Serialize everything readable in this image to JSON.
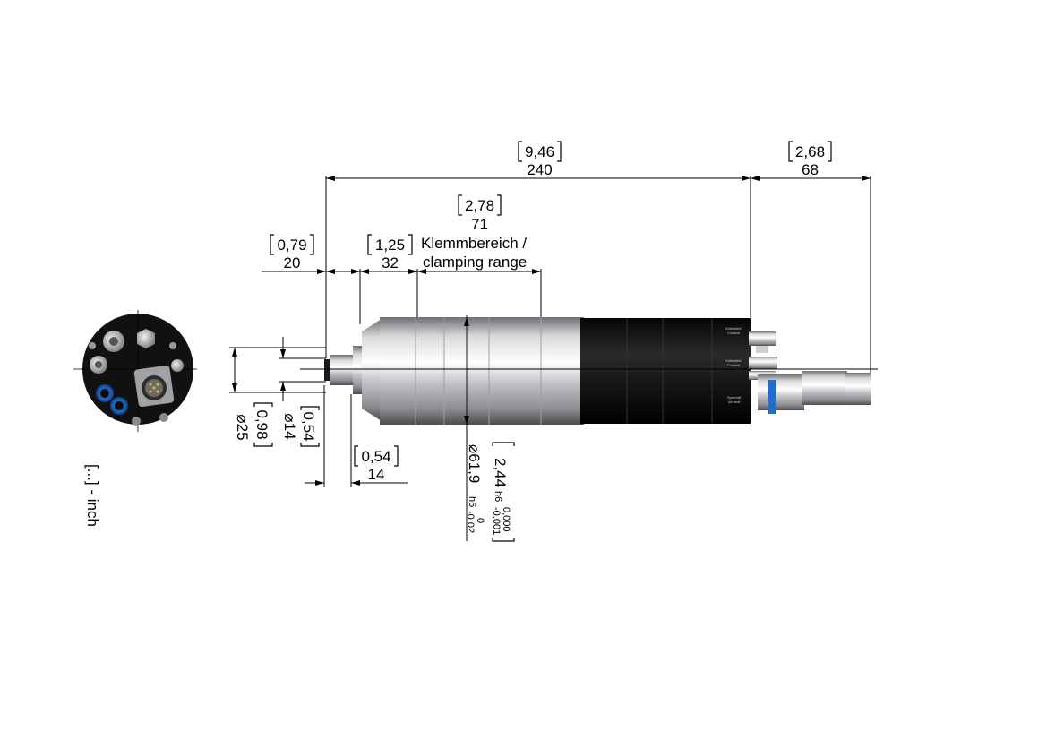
{
  "dimensions": {
    "total_length": {
      "inch": "9,46",
      "mm": "240"
    },
    "connector_length": {
      "inch": "2,68",
      "mm": "68"
    },
    "clamping_length": {
      "inch": "2,78",
      "mm": "71",
      "label_de": "Klemmbereich /",
      "label_en": "clamping range"
    },
    "nose_length": {
      "inch": "0,79",
      "mm": "20"
    },
    "clamp_offset": {
      "inch": "1,25",
      "mm": "32"
    },
    "collet_length": {
      "inch": "0,54",
      "mm": "14"
    },
    "collet_diameter": {
      "inch": "0,54",
      "mm": "⌀14"
    },
    "nose_diameter": {
      "inch": "0,98",
      "mm": "⌀25"
    },
    "body_diameter": {
      "inch": "2,44",
      "inch_fit": "h6",
      "inch_tol_upper": "0,000",
      "inch_tol_lower": "-0,001",
      "mm": "⌀61,9",
      "mm_fit": "h6",
      "mm_tol_upper": "0",
      "mm_tol_lower": "-0,02"
    }
  },
  "unit_note": "[...] - inch",
  "housing_labels": [
    "Kühlmittel\nCoolant",
    "Kühlmittel\nCoolant",
    "Sperrluft\nAir seal"
  ],
  "colors": {
    "line": "#000000",
    "body_metal": "#c9cbcd",
    "housing_black": "#141414",
    "fitting_blue": "#1f6fd0"
  }
}
